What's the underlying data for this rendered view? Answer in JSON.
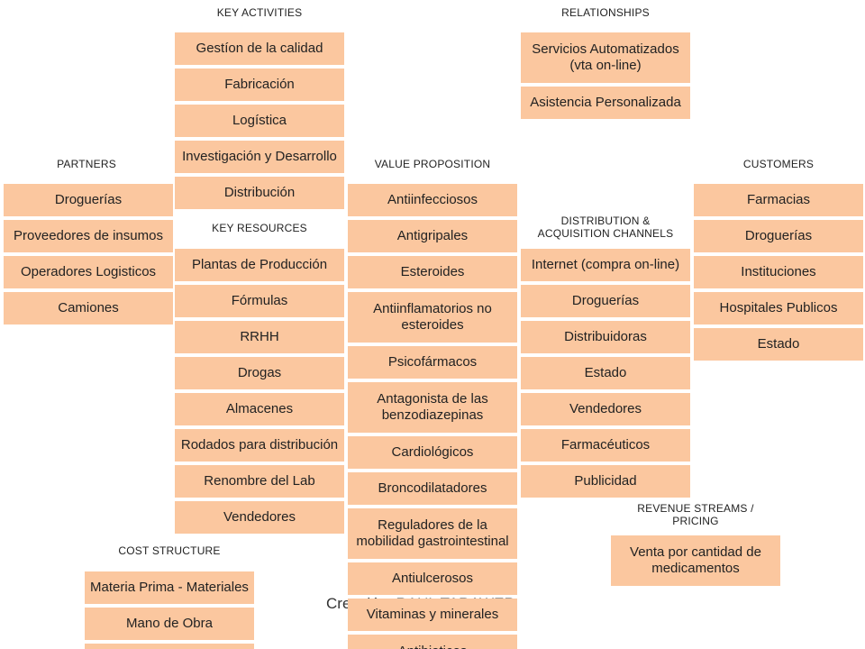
{
  "headers": {
    "key_activities": "KEY ACTIVITIES",
    "relationships": "RELATIONSHIPS",
    "partners": "PARTNERS",
    "value_proposition": "VALUE PROPOSITION",
    "customers": "CUSTOMERS",
    "key_resources": "KEY RESOURCES",
    "distribution": "DISTRIBUTION  & ACQUISITION  CHANNELS",
    "revenue": "REVENUE STREAMS / PRICING",
    "cost": "COST  STRUCTURE"
  },
  "key_activities": [
    "Gestíon de la calidad",
    "Fabricación",
    "Logística",
    "Investigación y Desarrollo",
    "Distribución"
  ],
  "relationships": [
    "Servicios Automatizados (vta on-line)",
    "Asistencia Personalizada"
  ],
  "partners": [
    "Droguerías",
    "Proveedores de insumos",
    "Operadores Logisticos",
    "Camiones"
  ],
  "key_resources": [
    "Plantas de Producción",
    "Fórmulas",
    "RRHH",
    "Drogas",
    "Almacenes",
    "Rodados para distribución",
    "Renombre del Lab",
    "Vendedores"
  ],
  "value_proposition": [
    "Antiinfecciosos",
    "Antigripales",
    "Esteroides",
    "Antiinflamatorios no esteroides",
    "Psicofármacos",
    "Antagonista de las benzodiazepinas",
    "Cardiológicos",
    "Broncodilatadores",
    "Reguladores de la mobilidad gastrointestinal",
    "Antiulcerosos",
    "Vitaminas y minerales",
    "Antibioticos"
  ],
  "distribution": [
    "Internet (compra on-line)",
    "Droguerías",
    "Distribuidoras",
    "Estado",
    "Vendedores",
    "Farmacéuticos",
    "Publicidad"
  ],
  "customers": [
    "Farmacias",
    "Droguerías",
    "Instituciones",
    "Hospitales Publicos",
    "Estado"
  ],
  "revenue": [
    "Venta por cantidad de medicamentos"
  ],
  "cost": [
    "Materia Prima - Materiales",
    "Mano de Obra",
    ""
  ],
  "footer": "Creación: RAUL TARAWER"
}
